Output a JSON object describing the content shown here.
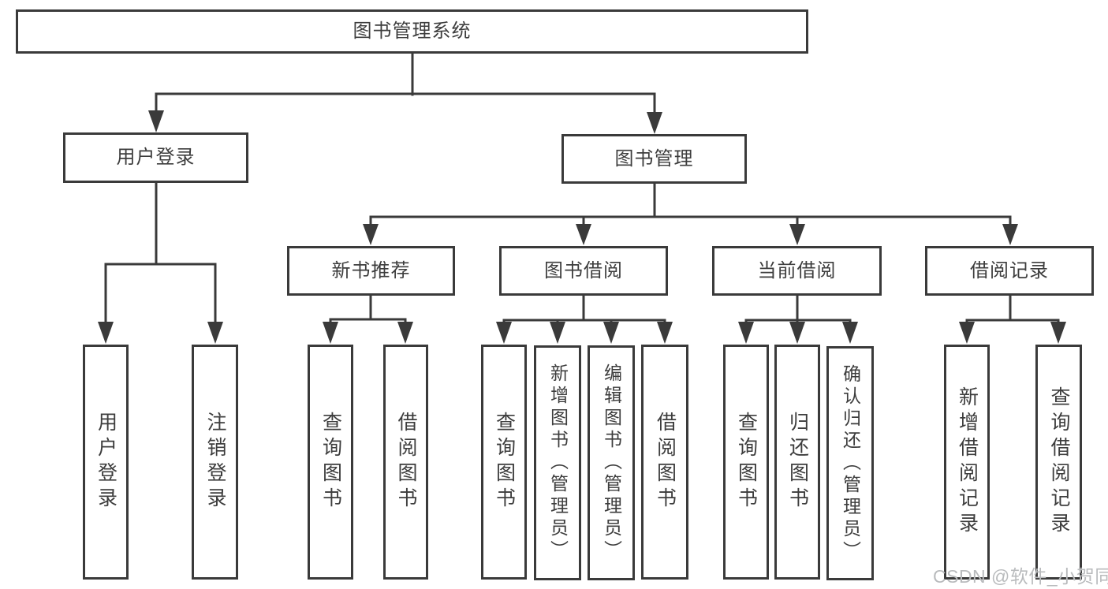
{
  "tree": {
    "root": {
      "label": "图书管理系统"
    },
    "level2": [
      {
        "label": "用户登录"
      },
      {
        "label": "图书管理"
      }
    ],
    "level3": [
      {
        "label": "新书推荐"
      },
      {
        "label": "图书借阅"
      },
      {
        "label": "当前借阅"
      },
      {
        "label": "借阅记录"
      }
    ],
    "leaves": {
      "g1": [
        "用户登录",
        "注销登录"
      ],
      "g2": [
        "查询图书",
        "借阅图书"
      ],
      "g3": [
        "查询图书",
        "新增图书（管理员）",
        "编辑图书（管理员）",
        "借阅图书"
      ],
      "g4": [
        "查询图书",
        "归还图书",
        "确认归还（管理员）"
      ],
      "g5": [
        "新增借阅记录",
        "查询借阅记录"
      ]
    }
  },
  "watermark": "CSDN @软件_小贺同学",
  "colors": {
    "line": "#3a3a3a",
    "text": "#3d3d3d",
    "watermark": "#b9bbbd",
    "background": "#ffffff"
  }
}
